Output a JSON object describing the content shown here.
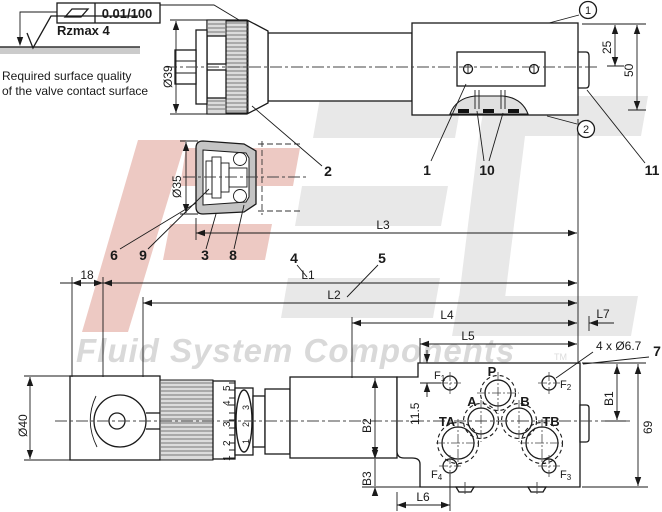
{
  "drawing": {
    "surface_note": {
      "flatness": "0.01/100",
      "roughness": "Rzmax 4",
      "line1": "Required surface quality",
      "line2": "of the valve contact surface"
    },
    "balloons": {
      "b1": "1",
      "b2": "2"
    },
    "items": {
      "i1": "1",
      "i2": "2",
      "i3": "3",
      "i4": "4",
      "i5": "5",
      "i6": "6",
      "i7": "7",
      "i8": "8",
      "i9": "9",
      "i10": "10",
      "i11": "11"
    },
    "dims": {
      "dia39": "Ø39",
      "dia35": "Ø35",
      "dia40": "Ø40",
      "d18": "18",
      "d25": "25",
      "d50": "50",
      "d11_5": "11.5",
      "d69": "69",
      "l1": "L1",
      "l2": "L2",
      "l3": "L3",
      "l4": "L4",
      "l5": "L5",
      "l6": "L6",
      "l7": "L7",
      "b1": "B1",
      "b2": "B2",
      "b3": "B3",
      "holes": "4 x Ø6.7"
    },
    "ports": {
      "p": "P",
      "a": "A",
      "b": "B",
      "ta": "TA",
      "tb": "TB"
    },
    "fixing": {
      "f": "F",
      "n1": "1",
      "n2": "2",
      "n3": "3",
      "n4": "4"
    },
    "scale": {
      "s5": "5",
      "s4": "4",
      "s3": "3",
      "s2": "2",
      "s1": "1",
      "w3": "3",
      "w2": "2",
      "w1": "1"
    },
    "watermark": {
      "text": "Fluid System Components",
      "tm": "TM"
    },
    "colors": {
      "line": "#1a1a1a",
      "centerline": "#444444",
      "watermark_gray": "#e8e8e8",
      "watermark_red": "#edc9c3",
      "watermark_text": "#d9d9d9",
      "fill_gray": "#c4c4c4"
    }
  }
}
